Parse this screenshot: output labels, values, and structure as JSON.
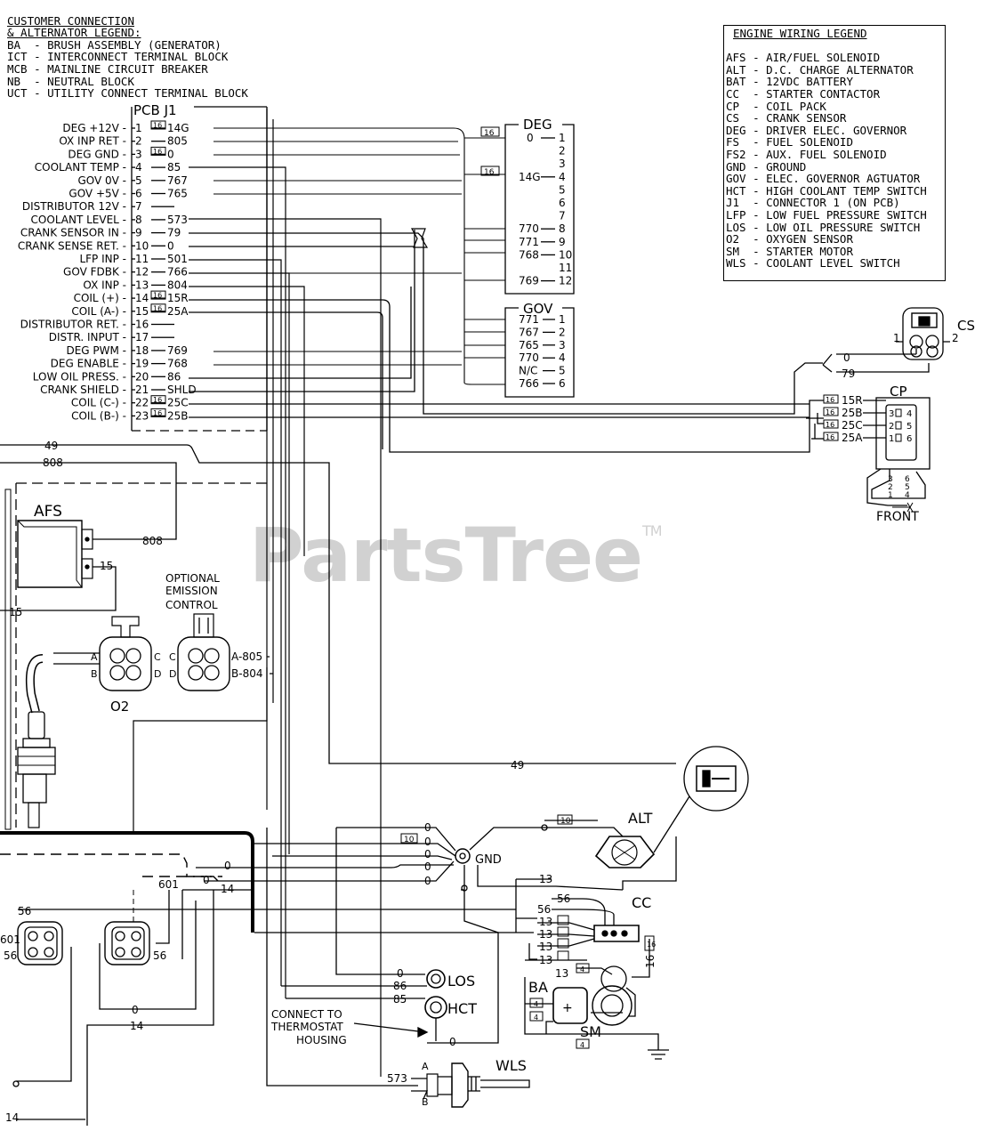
{
  "customer_legend": {
    "title1": "CUSTOMER CONNECTION",
    "title2": "& ALTERNATOR LEGEND:",
    "items": [
      "BA  - BRUSH ASSEMBLY (GENERATOR)",
      "ICT - INTERCONNECT TERMINAL BLOCK",
      "MCB - MAINLINE CIRCUIT BREAKER",
      "NB  - NEUTRAL BLOCK",
      "UCT - UTILITY CONNECT TERMINAL BLOCK"
    ]
  },
  "engine_legend": {
    "title": "ENGINE WIRING LEGEND",
    "items": [
      "AFS - AIR/FUEL SOLENOID",
      "ALT - D.C. CHARGE ALTERNATOR",
      "BAT - 12VDC BATTERY",
      "CC  - STARTER CONTACTOR",
      "CP  - COIL PACK",
      "CS  - CRANK SENSOR",
      "DEG - DRIVER ELEC. GOVERNOR",
      "FS  - FUEL SOLENOID",
      "FS2 - AUX. FUEL SOLENOID",
      "GND - GROUND",
      "GOV - ELEC. GOVERNOR AGTUATOR",
      "HCT - HIGH COOLANT TEMP SWITCH",
      "J1  - CONNECTOR 1 (ON PCB)",
      "LFP - LOW FUEL PRESSURE SWITCH",
      "LOS - LOW OIL PRESSURE SWITCH",
      "O2  - OXYGEN SENSOR",
      "SM  - STARTER MOTOR",
      "WLS - COOLANT LEVEL SWITCH"
    ]
  },
  "pcb": {
    "title": "PCB  J1",
    "pins": [
      {
        "label": "DEG +12V",
        "pin": "1",
        "wire": "14G",
        "tag": "16"
      },
      {
        "label": "OX INP RET",
        "pin": "2",
        "wire": "805",
        "tag": ""
      },
      {
        "label": "DEG GND",
        "pin": "3",
        "wire": "0",
        "tag": "16"
      },
      {
        "label": "COOLANT TEMP",
        "pin": "4",
        "wire": "85",
        "tag": ""
      },
      {
        "label": "GOV 0V",
        "pin": "5",
        "wire": "767",
        "tag": ""
      },
      {
        "label": "GOV +5V",
        "pin": "6",
        "wire": "765",
        "tag": ""
      },
      {
        "label": "DISTRIBUTOR 12V",
        "pin": "7",
        "wire": "",
        "tag": ""
      },
      {
        "label": "COOLANT LEVEL",
        "pin": "8",
        "wire": "573",
        "tag": ""
      },
      {
        "label": "CRANK SENSOR IN",
        "pin": "9",
        "wire": "79",
        "tag": ""
      },
      {
        "label": "CRANK SENSE RET.",
        "pin": "10",
        "wire": "0",
        "tag": ""
      },
      {
        "label": "LFP INP",
        "pin": "11",
        "wire": "501",
        "tag": ""
      },
      {
        "label": "GOV FDBK",
        "pin": "12",
        "wire": "766",
        "tag": ""
      },
      {
        "label": "OX INP",
        "pin": "13",
        "wire": "804",
        "tag": ""
      },
      {
        "label": "COIL (+)",
        "pin": "14",
        "wire": "15R",
        "tag": "16"
      },
      {
        "label": "COIL (A-)",
        "pin": "15",
        "wire": "25A",
        "tag": "16"
      },
      {
        "label": "DISTRIBUTOR RET.",
        "pin": "16",
        "wire": "",
        "tag": ""
      },
      {
        "label": "DISTR. INPUT",
        "pin": "17",
        "wire": "",
        "tag": ""
      },
      {
        "label": "DEG PWM",
        "pin": "18",
        "wire": "769",
        "tag": ""
      },
      {
        "label": "DEG ENABLE",
        "pin": "19",
        "wire": "768",
        "tag": ""
      },
      {
        "label": "LOW OIL PRESS.",
        "pin": "20",
        "wire": "86",
        "tag": ""
      },
      {
        "label": "CRANK SHIELD",
        "pin": "21",
        "wire": "SHLD",
        "tag": ""
      },
      {
        "label": "COIL (C-)",
        "pin": "22",
        "wire": "25C",
        "tag": "16"
      },
      {
        "label": "COIL (B-)",
        "pin": "23",
        "wire": "25B",
        "tag": "16"
      }
    ]
  },
  "deg": {
    "title": "DEG",
    "tag1": "16",
    "tag2": "16",
    "rows": [
      {
        "wire": "0",
        "pin": "1"
      },
      {
        "wire": "",
        "pin": "2"
      },
      {
        "wire": "",
        "pin": "3"
      },
      {
        "wire": "14G",
        "pin": "4"
      },
      {
        "wire": "",
        "pin": "5"
      },
      {
        "wire": "",
        "pin": "6"
      },
      {
        "wire": "",
        "pin": "7"
      },
      {
        "wire": "770",
        "pin": "8"
      },
      {
        "wire": "771",
        "pin": "9"
      },
      {
        "wire": "768",
        "pin": "10"
      },
      {
        "wire": "",
        "pin": "11"
      },
      {
        "wire": "769",
        "pin": "12"
      }
    ]
  },
  "gov": {
    "title": "GOV",
    "rows": [
      {
        "wire": "771",
        "pin": "1"
      },
      {
        "wire": "767",
        "pin": "2"
      },
      {
        "wire": "765",
        "pin": "3"
      },
      {
        "wire": "770",
        "pin": "4"
      },
      {
        "wire": "N/C",
        "pin": "5"
      },
      {
        "wire": "766",
        "pin": "6"
      }
    ]
  },
  "cs": {
    "title": "CS",
    "pin1": "1",
    "pin2": "2",
    "w0": "0",
    "w79": "79"
  },
  "cp": {
    "title": "CP",
    "front": "FRONT",
    "wires": [
      {
        "tag": "16",
        "wire": "15R"
      },
      {
        "tag": "16",
        "wire": "25B"
      },
      {
        "tag": "16",
        "wire": "25C"
      },
      {
        "tag": "16",
        "wire": "25A"
      }
    ],
    "top_pins": [
      "3",
      "2",
      "1"
    ],
    "right_pins": [
      "4",
      "5",
      "6"
    ],
    "bottom_pins": [
      "3",
      "2",
      "1",
      "6",
      "5",
      "4"
    ]
  },
  "afs": {
    "title": "AFS",
    "w808": "808",
    "w15": "15"
  },
  "wires_left": {
    "w49": "49",
    "w808": "808",
    "w15": "15",
    "w56": "56",
    "w601": "601",
    "w56b": "56",
    "w14": "14"
  },
  "emission": {
    "l1": "OPTIONAL",
    "l2": "EMISSION",
    "l3": "CONTROL",
    "a": "A-805",
    "b": "B-804"
  },
  "o2": {
    "title": "O2",
    "left_pins": [
      "A",
      "B"
    ],
    "right_pins": [
      "C",
      "D"
    ],
    "c2_pins": [
      "C",
      "D"
    ]
  },
  "bottom_labels": {
    "w49": "49",
    "w601": "601",
    "w14": "14",
    "w0": "0",
    "w56": "56",
    "w14b": "14",
    "w0b": "0",
    "w14c": "14",
    "w56b": "56",
    "w601b": "601"
  },
  "gnd": {
    "title": "GND",
    "tag": "10",
    "wires": [
      "0",
      "0",
      "0",
      "0",
      "0"
    ]
  },
  "alt": {
    "title": "ALT",
    "tag": "10"
  },
  "cc": {
    "title": "CC",
    "wires": [
      "13",
      "56",
      "56",
      "13",
      "13",
      "13",
      "13"
    ],
    "tag": "16"
  },
  "los": {
    "title": "LOS",
    "w0": "0",
    "w86": "86"
  },
  "hct": {
    "title": "HCT",
    "w85": "85",
    "w0": "0"
  },
  "ba": {
    "title": "BA",
    "w13": "13",
    "w4": "4",
    "w4b": "4",
    "w4c": "4",
    "w4d": "4"
  },
  "sm": {
    "title": "SM"
  },
  "wls": {
    "title": "WLS",
    "a": "A",
    "b": "B",
    "w573": "573"
  },
  "note": {
    "l1": "CONNECT TO",
    "l2": "THERMOSTAT",
    "l3": "HOUSING"
  },
  "watermark": {
    "text": "PartsTree",
    "tm": "TM"
  }
}
